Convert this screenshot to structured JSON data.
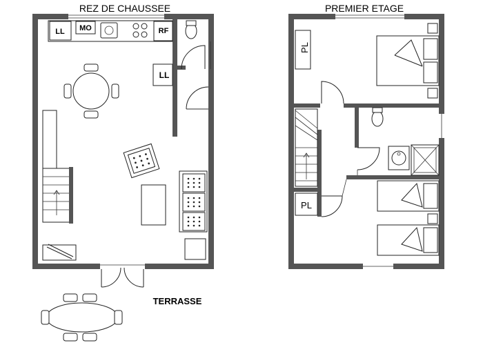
{
  "plans": {
    "ground": {
      "title": "REZ DE CHAUSSEE"
    },
    "first": {
      "title": "PREMIER ETAGE"
    }
  },
  "labels": {
    "washing_machine": "LL",
    "microwave": "MO",
    "fridge": "RF",
    "dishwasher": "LL",
    "closet_top": "PL",
    "closet_bottom": "PL",
    "terrace": "TERRASSE"
  },
  "colors": {
    "wall": "#555555",
    "line": "#222222",
    "background": "#ffffff"
  }
}
